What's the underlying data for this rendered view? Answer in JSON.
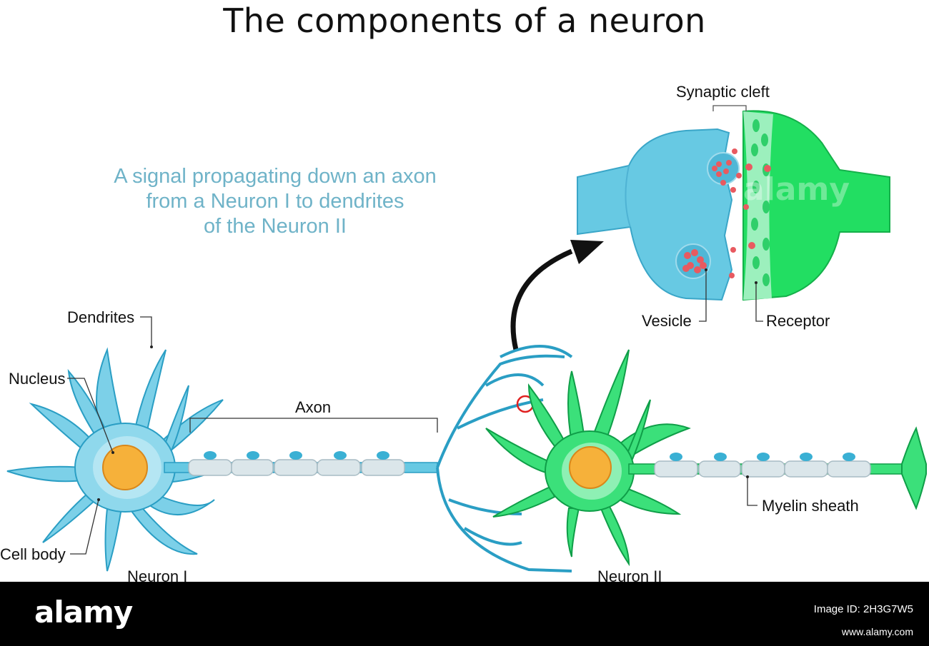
{
  "title": "The components of a neuron",
  "subtitle": {
    "line1": "A signal propagating down an axon",
    "line2": "from a Neuron I to dendrites",
    "line3": "of the Neuron II"
  },
  "labels": {
    "dendrites": "Dendrites",
    "nucleus": "Nucleus",
    "axon": "Axon",
    "cell_body": "Cell body",
    "neuron_1": "Neuron I",
    "neuron_2": "Neuron II",
    "synaptic_cleft": "Synaptic cleft",
    "vesicle": "Vesicle",
    "receptor": "Receptor",
    "myelin_sheath": "Myelin sheath"
  },
  "colors": {
    "neuron_1": "#5bc0de",
    "neuron_1_dark": "#2a9ec4",
    "neuron_2": "#27d86a",
    "neuron_2_dark": "#0f9e48",
    "nucleus": "#f6b13a",
    "subtitle": "#6fb3c8",
    "myelin": "#d7e3e8",
    "neurotransmitter": "#e85a60"
  },
  "footer": {
    "logo": "alamy",
    "image_id": "Image ID: 2H3G7W5",
    "site": "www.alamy.com"
  },
  "watermark": "alamy"
}
